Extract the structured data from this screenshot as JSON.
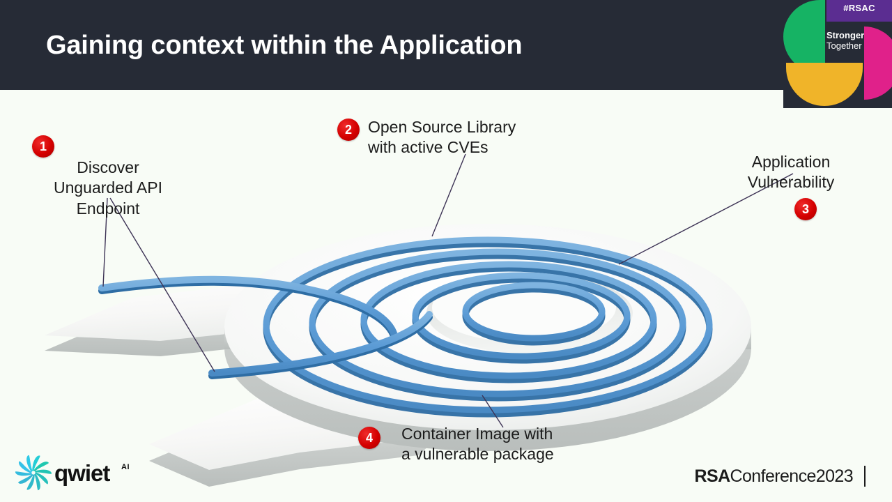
{
  "header": {
    "title": "Gaining context within the Application",
    "background_color": "#262b36",
    "title_color": "#ffffff"
  },
  "rsac_logo": {
    "hashtag": "#RSAC",
    "tagline_line1": "Stronger",
    "tagline_line2": "Together",
    "colors": {
      "green": "#16b364",
      "purple": "#5b2d91",
      "magenta": "#e0218a",
      "yellow": "#f0b429",
      "dark": "#262b36"
    }
  },
  "slide_background": "#f8fcf6",
  "callouts": [
    {
      "number": "1",
      "text": "Discover\nUnguarded API\nEndpoint",
      "badge_color": "#d40000"
    },
    {
      "number": "2",
      "text": "Open Source Library\nwith active CVEs",
      "badge_color": "#d40000"
    },
    {
      "number": "3",
      "text": "Application\nVulnerability",
      "badge_color": "#d40000"
    },
    {
      "number": "4",
      "text": "Container Image with\na vulnerable package",
      "badge_color": "#d40000"
    }
  ],
  "diagram": {
    "name": "3d-spiral-application-flow",
    "description": "Isometric 3D white extruded spiral disc with blue channel ribbons",
    "surface_color": "#fbfbfa",
    "edge_color": "#c8ccca",
    "ribbon_color": "#5b9bd5",
    "ribbon_edge_color": "#2e6da4",
    "leader_line_color": "#3d3355"
  },
  "footer": {
    "qwiet": {
      "wordmark": "qwiet",
      "superscript": "AI",
      "mark_color_inner": "#1fc8b0",
      "mark_color_outer": "#35c2e8"
    },
    "rsa_conference": {
      "bold_part": "RSA",
      "rest_part": "Conference2023"
    }
  }
}
